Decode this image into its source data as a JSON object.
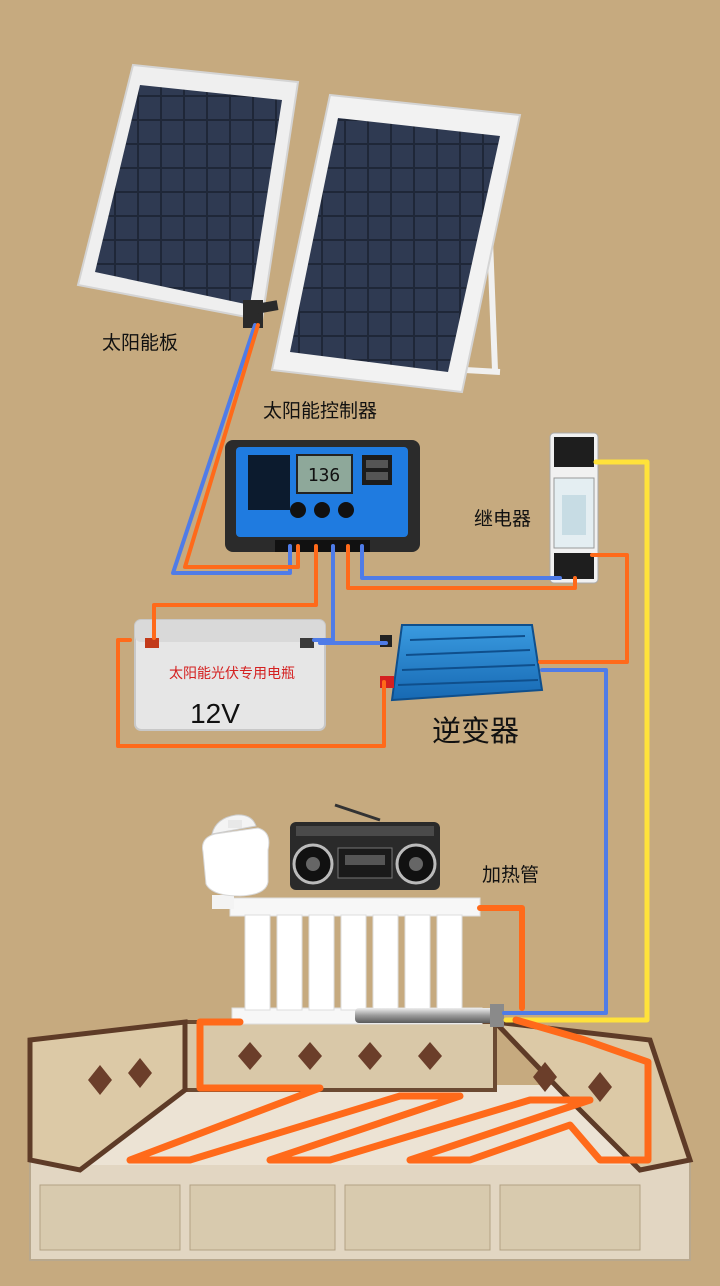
{
  "labels": {
    "solar_panel": "太阳能板",
    "controller": "太阳能控制器",
    "relay": "继电器",
    "battery_text": "太阳能光伏专用电瓶",
    "battery_voltage": "12V",
    "inverter": "逆变器",
    "heating_tube": "加热管"
  },
  "controller_display": "136",
  "wire_colors": {
    "orange": "#ff6a1a",
    "blue": "#4f7ce8",
    "yellow": "#ffe23a"
  },
  "icons": [
    "solar-panel-icon",
    "controller-icon",
    "relay-icon",
    "battery-icon",
    "inverter-icon",
    "radio-icon",
    "rice-cooker-icon",
    "radiator-icon",
    "heating-tube-icon",
    "bed-icon"
  ]
}
